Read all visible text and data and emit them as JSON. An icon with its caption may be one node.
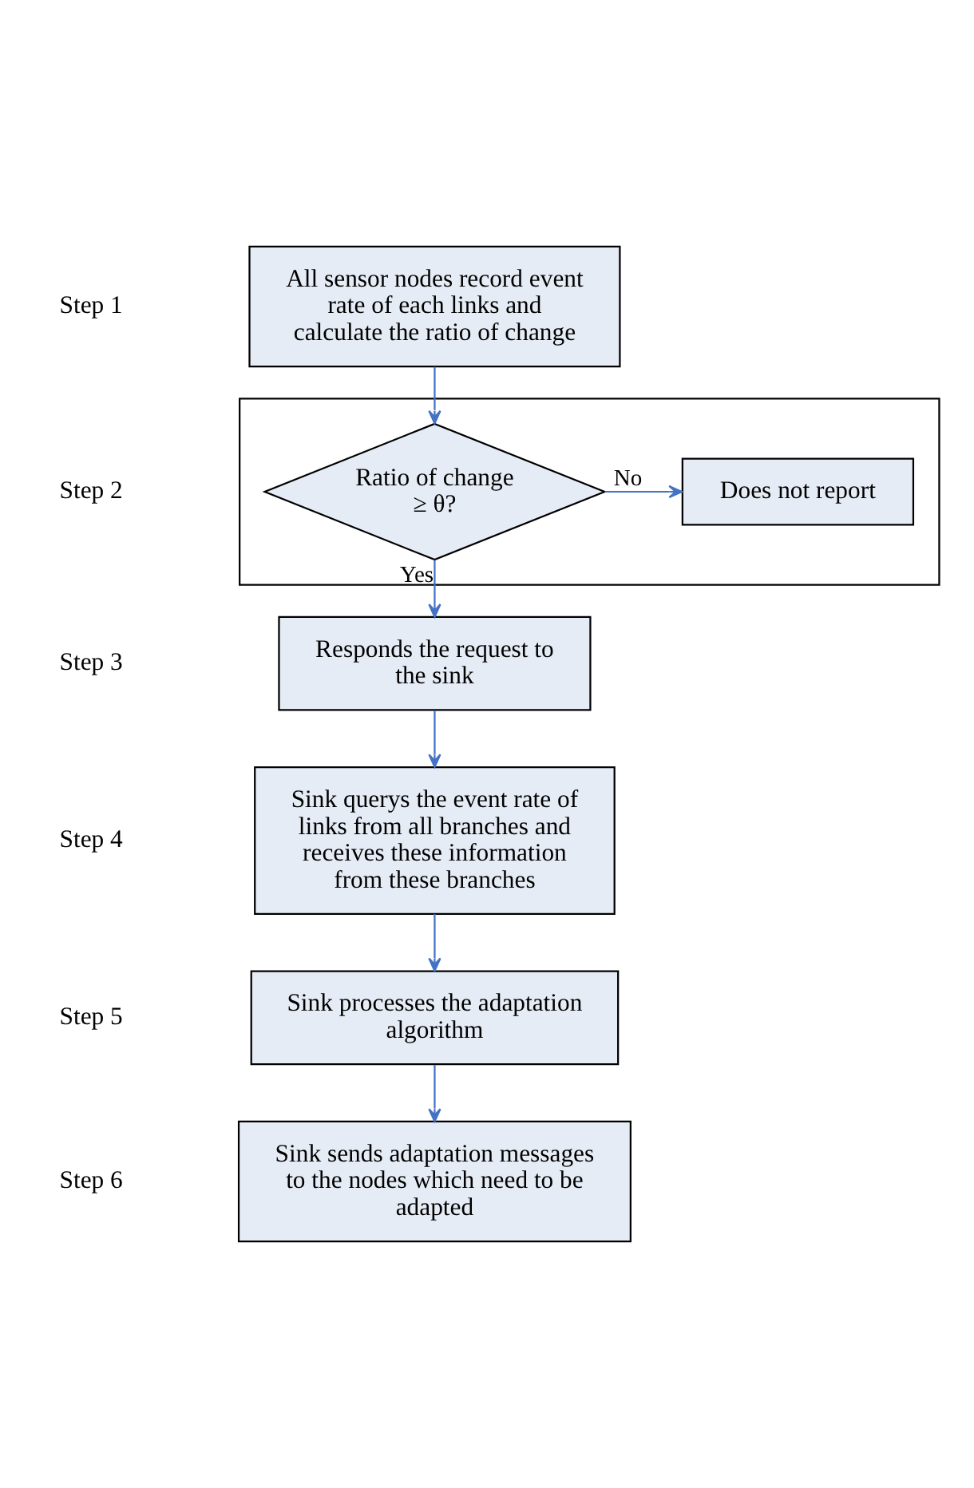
{
  "diagram": {
    "nodes": [
      {
        "text": [
          "All sensor nodes record event rate of each links and calculate the ratio of change"
        ]
      },
      {
        "text": [],
        "shape": "box"
      },
      {
        "text": [
          "Ratio of change ≥ θ?"
        ],
        "in": 1
      },
      {
        "text": [
          "Does not report"
        ],
        "in": 1
      },
      {
        "text": [
          "Responds the request to the sink"
        ]
      },
      {
        "text": [
          "Sink querys the event rate of links from all branches and receives these information from these branches"
        ]
      },
      {
        "text": [
          "Sink processes the adaptation algorithm"
        ]
      },
      {
        "text": [
          "Sink sends adaptation messages to the nodes which need to be adapted"
        ]
      }
    ],
    "edges": [
      {
        "from": 0,
        "to": 2,
        "arrow": "to"
      },
      {
        "from": 2,
        "to": 3,
        "arrow": "to",
        "label": "No"
      },
      {
        "from": 2,
        "to": 4,
        "arrow": "to",
        "label": "Yes"
      },
      {
        "from": 4,
        "to": 5,
        "arrow": "to"
      },
      {
        "from": 5,
        "to": 6,
        "arrow": "to"
      },
      {
        "from": 6,
        "to": 7,
        "arrow": "to"
      }
    ],
    "labels": [
      "Step 1",
      "Step 2",
      "Step 3",
      "Step 4",
      "Step 5",
      "Step 6"
    ]
  }
}
